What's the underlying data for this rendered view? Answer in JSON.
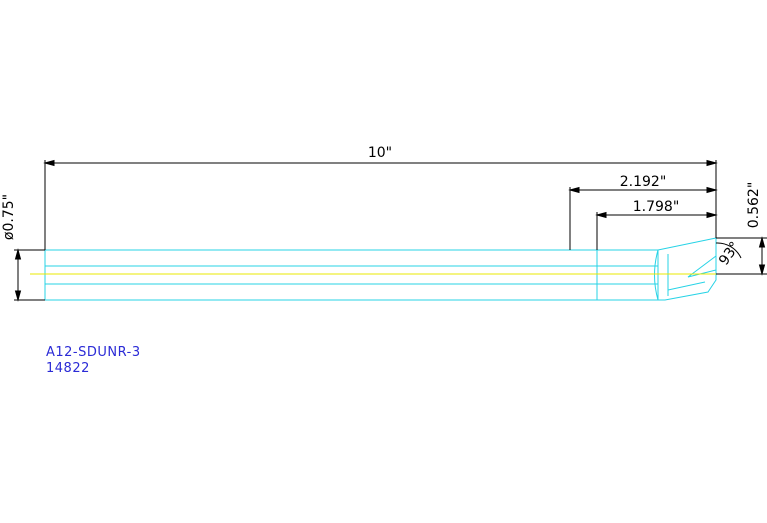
{
  "colors": {
    "background": "#ffffff",
    "part_outline": "#27d3e6",
    "centerline": "#e8e800",
    "dimension": "#000000",
    "label": "#2b2bd6"
  },
  "dimensions": {
    "overall_length": "10\"",
    "dim_a": "2.192\"",
    "dim_b": "1.798\"",
    "diameter": "ø0.75\"",
    "height": "0.562\"",
    "angle": "93°"
  },
  "labels": {
    "part_number": "A12-SDUNR-3",
    "code": "14822"
  }
}
